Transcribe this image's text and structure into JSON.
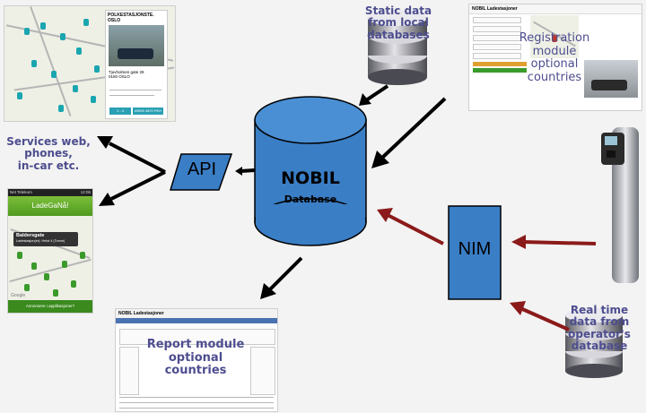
{
  "database": {
    "title": "NOBIL",
    "subtitle": "Database"
  },
  "api": {
    "label": "API"
  },
  "nim": {
    "label": "NIM"
  },
  "labels": {
    "services": [
      "Services web,",
      "phones,",
      "in-car etc."
    ],
    "static_data": [
      "Static data",
      "from local",
      "databases"
    ],
    "registration": [
      "Registration",
      "module",
      "optional",
      "countries"
    ],
    "report": [
      "Report module",
      "optional",
      "countries"
    ],
    "realtime": [
      "Real time",
      "data from",
      "operator's",
      "database"
    ]
  },
  "thumbs": {
    "web_map": {
      "title": "POLKESTASJONSTE. OSLO",
      "address": "Tjuvholmen gate 28",
      "city": "0150 OSLO",
      "button1": "1 - 4",
      "button2": "AREB 4870 PKH"
    },
    "phone": {
      "status": "Net Telekom",
      "time": "12:06",
      "app_title": "LadeGaNå!",
      "popup_title": "Baldersgate",
      "popup_text": "Ladestasjon(er): Helst 4 (Tomm)",
      "footer": "Annonsere i applikasjoner?",
      "brand": "Google"
    },
    "registration": {
      "title": "NOBIL Ladestasjoner"
    },
    "report": {
      "title": "NOBIL Ladestasjoner"
    }
  },
  "colors": {
    "cylinder": "#3a7ec6",
    "box": "#3a7ec6",
    "arrow_black": "#000000",
    "arrow_red": "#8b1a1a",
    "label": "#4d4d8f"
  }
}
